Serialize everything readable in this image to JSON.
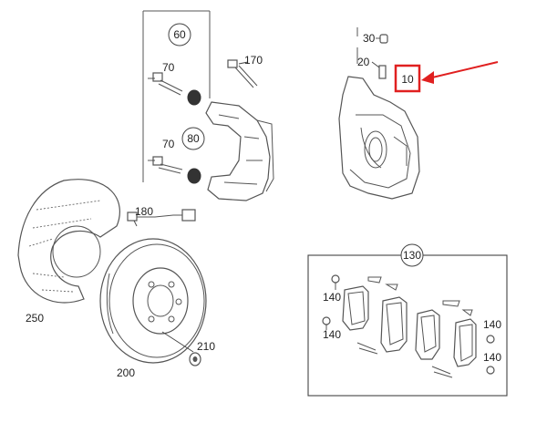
{
  "callouts": {
    "c60": "60",
    "c170": "170",
    "c70a": "70",
    "c80": "80",
    "c70b": "70",
    "c30": "30",
    "c20": "20",
    "c10": "10",
    "c180": "180",
    "c250": "250",
    "c200": "200",
    "c210": "210",
    "c130": "130",
    "c140a": "140",
    "c140b": "140",
    "c140c": "140",
    "c140d": "140"
  },
  "colors": {
    "highlight": "#e02020",
    "ink": "#555555"
  }
}
